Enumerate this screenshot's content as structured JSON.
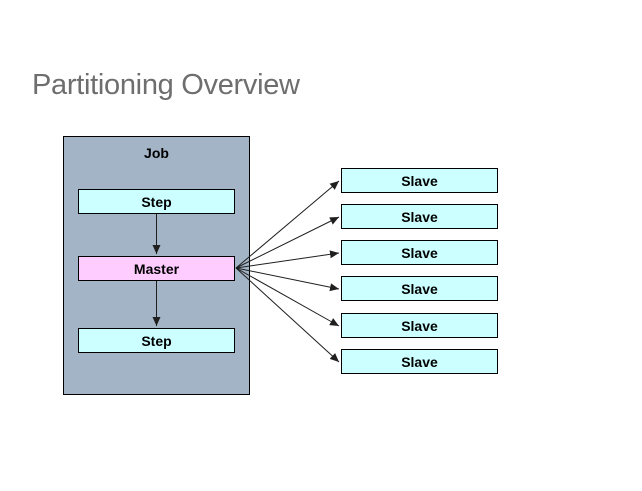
{
  "title": "Partitioning Overview",
  "colors": {
    "background": "#ffffff",
    "title_text": "#6e6e6e",
    "job_fill": "#a2b4c6",
    "step_fill": "#ccffff",
    "master_fill": "#ffccff",
    "box_border": "#000000",
    "label_text": "#000000",
    "arrow": "#1f1f1f"
  },
  "job": {
    "label": "Job",
    "nodes": [
      {
        "id": "step-top",
        "label": "Step"
      },
      {
        "id": "master",
        "label": "Master"
      },
      {
        "id": "step-bottom",
        "label": "Step"
      }
    ]
  },
  "slaves": [
    {
      "label": "Slave"
    },
    {
      "label": "Slave"
    },
    {
      "label": "Slave"
    },
    {
      "label": "Slave"
    },
    {
      "label": "Slave"
    },
    {
      "label": "Slave"
    }
  ],
  "edges": [
    {
      "from": "step-top",
      "to": "master"
    },
    {
      "from": "master",
      "to": "step-bottom"
    },
    {
      "from": "master",
      "to": "slave-1"
    },
    {
      "from": "master",
      "to": "slave-2"
    },
    {
      "from": "master",
      "to": "slave-3"
    },
    {
      "from": "master",
      "to": "slave-4"
    },
    {
      "from": "master",
      "to": "slave-5"
    },
    {
      "from": "master",
      "to": "slave-6"
    }
  ]
}
